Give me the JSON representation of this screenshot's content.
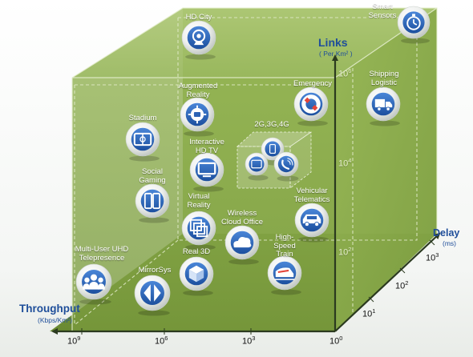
{
  "axes": {
    "links": {
      "title": "Links",
      "unit": "( Per Km² )"
    },
    "delay": {
      "title": "Delay",
      "unit": "(ms)"
    },
    "throughput": {
      "title": "Throughput",
      "unit": "(Kbps/Km²)"
    }
  },
  "ticks": {
    "throughput": [
      {
        "base": "10",
        "exp": "9"
      },
      {
        "base": "10",
        "exp": "6"
      },
      {
        "base": "10",
        "exp": "3"
      },
      {
        "base": "10",
        "exp": "0"
      }
    ],
    "delay": [
      {
        "base": "10",
        "exp": "1"
      },
      {
        "base": "10",
        "exp": "2"
      },
      {
        "base": "10",
        "exp": "3"
      }
    ],
    "links": [
      {
        "base": "10",
        "exp": "6"
      },
      {
        "base": "10",
        "exp": "4"
      },
      {
        "base": "10",
        "exp": "2"
      }
    ]
  },
  "services": [
    {
      "id": "hd-city",
      "label": "HD City",
      "icon": "webcam-icon"
    },
    {
      "id": "smart-sensors",
      "label": "Smart\nSensors",
      "icon": "stopwatch-icon"
    },
    {
      "id": "augmented-reality",
      "label": "Augmented\nReality",
      "icon": "ar-device-icon"
    },
    {
      "id": "emergency",
      "label": "Emergency",
      "icon": "lifebuoy-icon"
    },
    {
      "id": "shipping-logistic",
      "label": "Shipping\nLogistic",
      "icon": "truck-icon"
    },
    {
      "id": "stadium",
      "label": "Stadium",
      "icon": "stadium-icon"
    },
    {
      "id": "interactive-hd-tv",
      "label": "Interactive\nHD TV",
      "icon": "tv-icon"
    },
    {
      "id": "social-gaming",
      "label": "Social\nGaming",
      "icon": "gaming-tablet-icon"
    },
    {
      "id": "virtual-reality",
      "label": "Virtual\nReality",
      "icon": "vr-frames-icon"
    },
    {
      "id": "wireless-cloud-office",
      "label": "Wireless\nCloud Office",
      "icon": "cloud-icon"
    },
    {
      "id": "vehicular-telematics",
      "label": "Vehicular\nTelematics",
      "icon": "car-icon"
    },
    {
      "id": "high-speed-train",
      "label": "High-\nSpeed\nTrain",
      "icon": "train-icon"
    },
    {
      "id": "multi-user-uhd-telepresence",
      "label": "Multi-User UHD\nTelepresence",
      "icon": "people-group-icon"
    },
    {
      "id": "mirrorsys",
      "label": "MirrorSys",
      "icon": "mirror-icon"
    },
    {
      "id": "real-3d",
      "label": "Real 3D",
      "icon": "cube-3d-icon"
    }
  ],
  "legacy_cube": {
    "label": "2G,3G,4G",
    "icons": [
      "phone-icon",
      "tablet-icon",
      "phone-call-icon"
    ]
  },
  "colors": {
    "cube_green": "#8cae4a",
    "axis_dark": "#2b3a1f",
    "title_blue": "#1f4e9a"
  }
}
